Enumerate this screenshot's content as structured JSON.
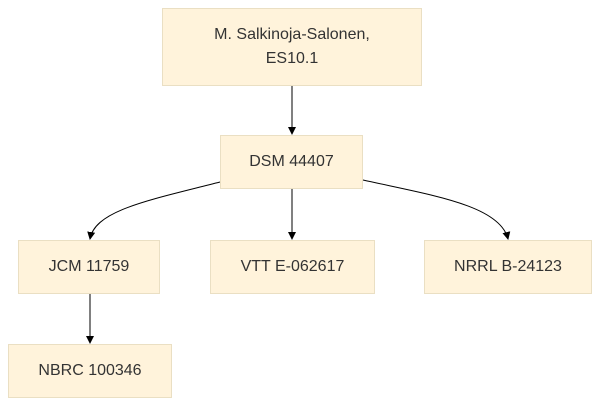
{
  "diagram": {
    "colors": {
      "node_fill": "#fff3db",
      "node_border": "#eadfc3",
      "edge": "#000000",
      "text": "#333333"
    },
    "nodes": {
      "root": "M. Salkinoja-Salonen,\nES10.1",
      "dsm": "DSM 44407",
      "jcm": "JCM 11759",
      "vtt": "VTT E-062617",
      "nrrl": "NRRL B-24123",
      "nbrc": "NBRC 100346"
    },
    "edges": [
      {
        "from": "root",
        "to": "dsm"
      },
      {
        "from": "dsm",
        "to": "jcm"
      },
      {
        "from": "dsm",
        "to": "vtt"
      },
      {
        "from": "dsm",
        "to": "nrrl"
      },
      {
        "from": "jcm",
        "to": "nbrc"
      }
    ]
  }
}
